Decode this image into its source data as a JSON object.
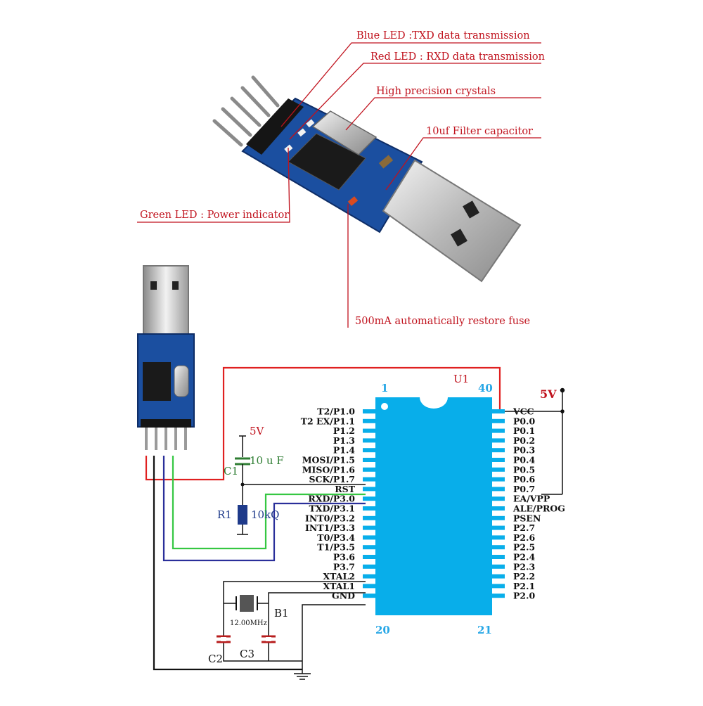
{
  "colors": {
    "callout": "#c0121d",
    "chip": "#08aeea",
    "pcb": "#1b4fa0",
    "wire_red": "#e02020",
    "wire_green": "#35c742",
    "wire_blue": "#2a2f9a",
    "capacitor_green": "#2e7d32",
    "resistor_blue": "#1e3a8a",
    "cap_red": "#b71c1c"
  },
  "callouts": {
    "blue_led": "Blue LED :TXD data transmission",
    "red_led": "Red LED : RXD data transmission",
    "crystal": "High precision crystals",
    "filter_cap": "10uf Filter capacitor",
    "green_led": "Green LED : Power indicator",
    "fuse": "500mA automatically restore fuse"
  },
  "schematic": {
    "chip": {
      "name": "U1",
      "pin_first": "1",
      "pin_top_right": "40",
      "pin_bottom_left": "20",
      "pin_bottom_right": "21",
      "left_pins": [
        "T2/P1.0",
        "T2 EX/P1.1",
        "P1.2",
        "P1.3",
        "P1.4",
        "MOSI/P1.5",
        "MISO/P1.6",
        "SCK/P1.7",
        "RST",
        "RXD/P3.0",
        "TXD/P3.1",
        "INT0/P3.2",
        "INT1/P3.3",
        "T0/P3.4",
        "T1/P3.5",
        "P3.6",
        "P3.7",
        "XTAL2",
        "XTAL1",
        "GND"
      ],
      "right_pins": [
        "VCC",
        "P0.0",
        "P0.1",
        "P0.2",
        "P0.3",
        "P0.4",
        "P0.5",
        "P0.6",
        "P0.7",
        "EA/VPP",
        "ALE/PROG",
        "PSEN",
        "P2.7",
        "P2.6",
        "P2.5",
        "P2.4",
        "P2.3",
        "P2.2",
        "P2.1",
        "P2.0"
      ]
    },
    "vcc_label": "5V",
    "reset_vcc_label": "5V",
    "c1": {
      "ref": "C1",
      "value": "10 u F"
    },
    "r1": {
      "ref": "R1",
      "value": "10kQ"
    },
    "crystal": {
      "ref": "B1",
      "value": "12.00MHz"
    },
    "c2": "C2",
    "c3": "C3"
  },
  "icons": [
    "usb-ttl-module-photo",
    "usb-ttl-module-vertical-photo",
    "crystal-icon",
    "capacitor-icon",
    "resistor-icon",
    "ground-icon"
  ]
}
